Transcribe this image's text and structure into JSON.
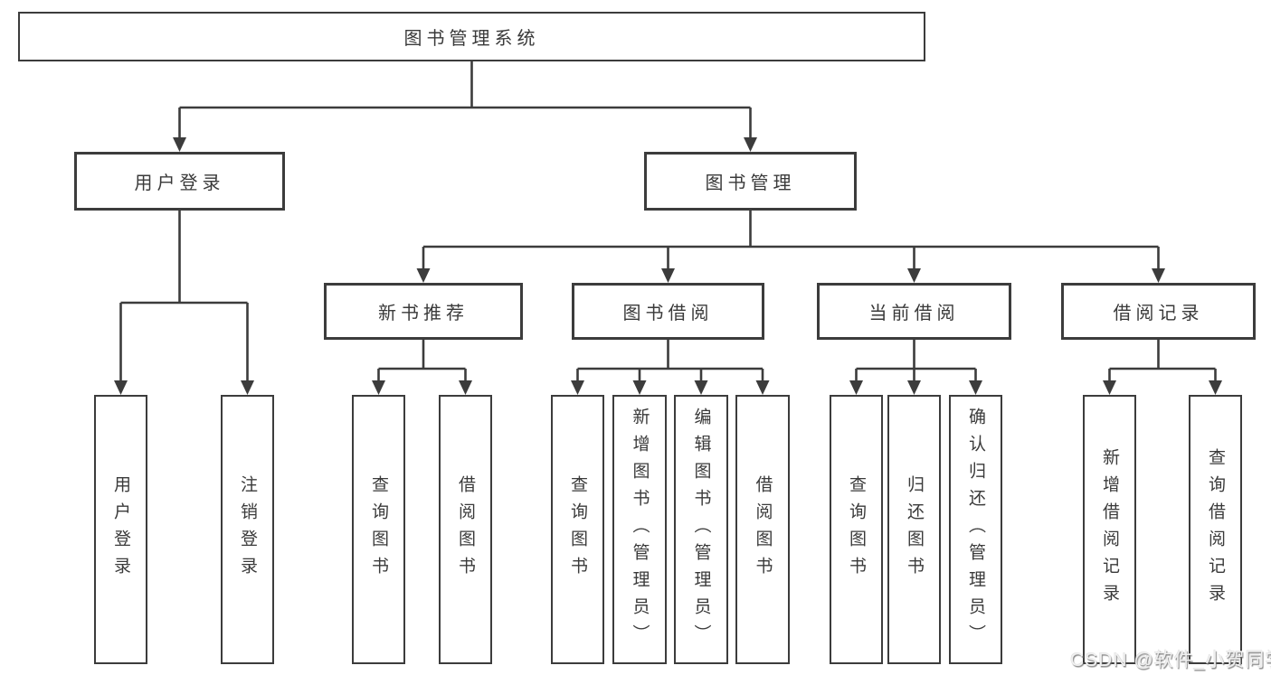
{
  "colors": {
    "line": "#3c3c3c",
    "text": "#3a3a3a",
    "background": "#ffffff",
    "watermark": "#f0f0f0"
  },
  "tree": {
    "label": "图书管理系统",
    "children": [
      {
        "label": "用户登录",
        "children": [
          {
            "label": "用户登录"
          },
          {
            "label": "注销登录"
          }
        ]
      },
      {
        "label": "图书管理",
        "children": [
          {
            "label": "新书推荐",
            "children": [
              {
                "label": "查询图书"
              },
              {
                "label": "借阅图书"
              }
            ]
          },
          {
            "label": "图书借阅",
            "children": [
              {
                "label": "查询图书"
              },
              {
                "label": "新增图书（管理员）"
              },
              {
                "label": "编辑图书（管理员）"
              },
              {
                "label": "借阅图书"
              }
            ]
          },
          {
            "label": "当前借阅",
            "children": [
              {
                "label": "查询图书"
              },
              {
                "label": "归还图书"
              },
              {
                "label": "确认归还（管理员）"
              }
            ]
          },
          {
            "label": "借阅记录",
            "children": [
              {
                "label": "新增借阅记录"
              },
              {
                "label": "查询借阅记录"
              }
            ]
          }
        ]
      }
    ]
  },
  "watermark": {
    "text": "CSDN @软件_小贺同学"
  }
}
